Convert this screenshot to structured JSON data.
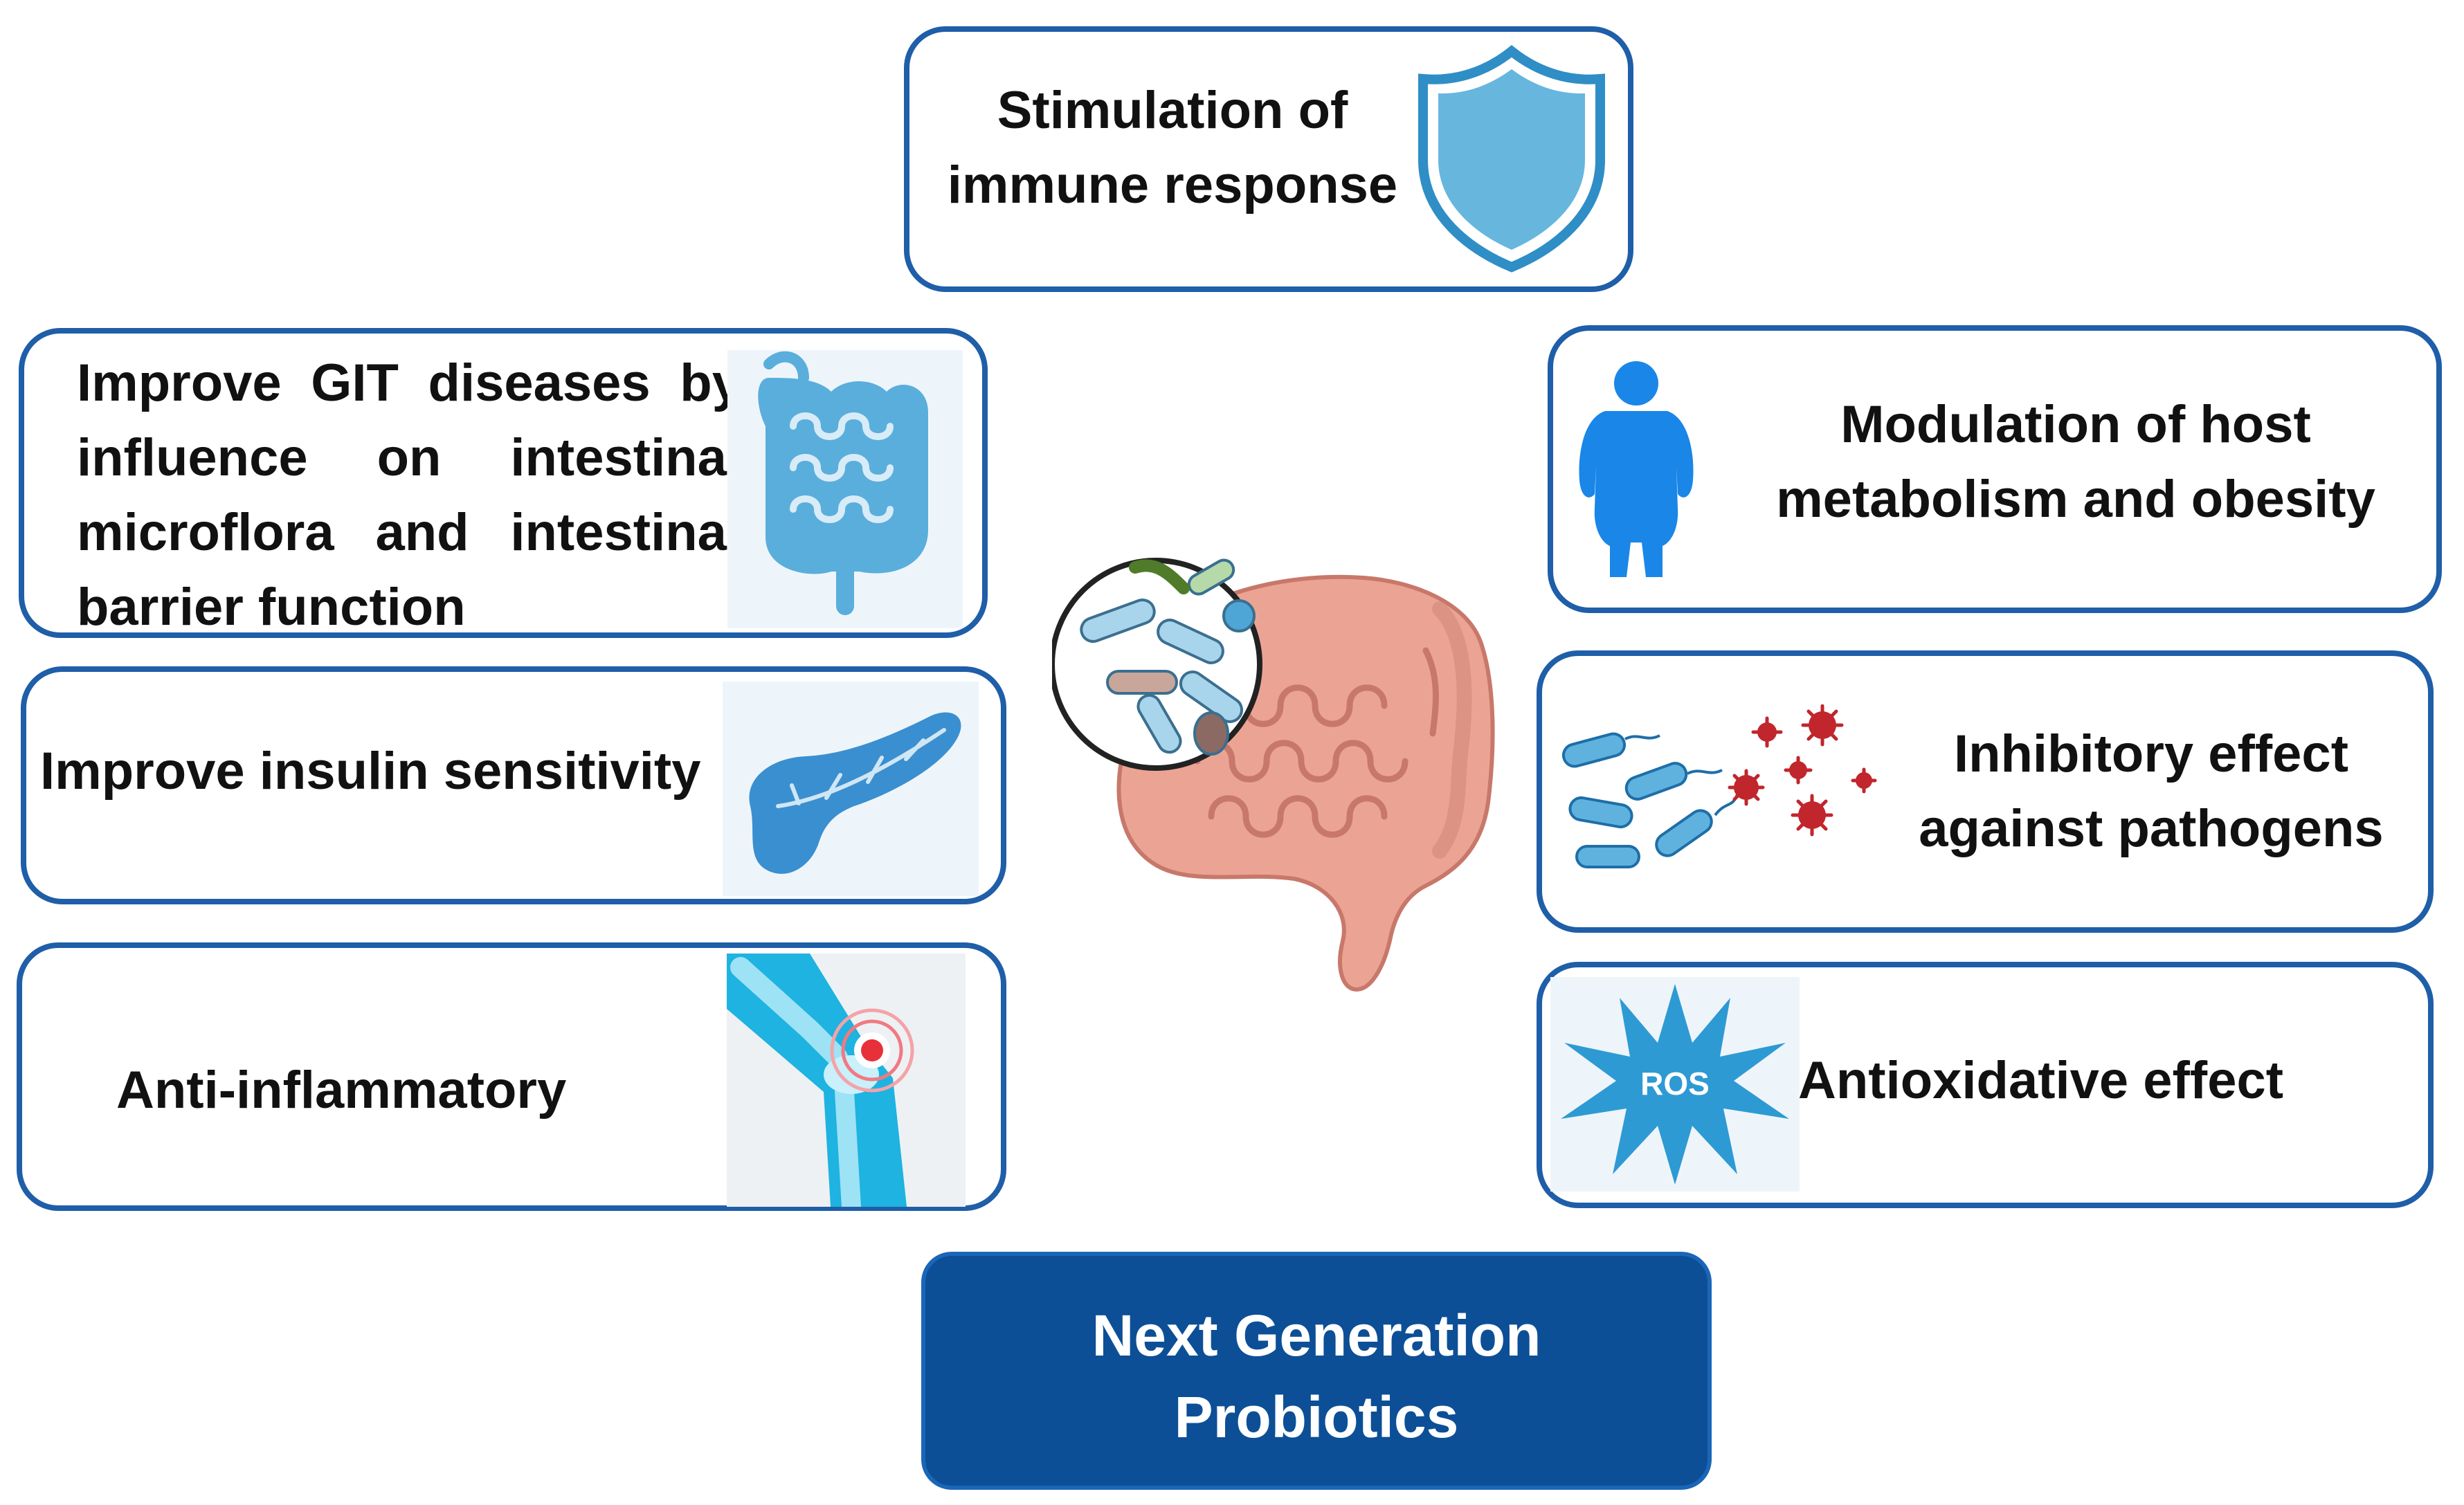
{
  "boxes": {
    "immune": {
      "label": "Stimulation of immune response",
      "line1": "Stimulation of",
      "line2": "immune response",
      "icon": "shield-icon"
    },
    "git": {
      "label": "Improve GIT diseases by influence on intestinal microflora and intestinal barrier function",
      "icon": "intestine-icon"
    },
    "insulin": {
      "label": "Improve insulin sensitivity",
      "icon": "pancreas-icon"
    },
    "inflammatory": {
      "label": "Anti-inflammatory",
      "icon": "knee-joint-icon"
    },
    "metabolism": {
      "label": "Modulation of host metabolism and obesity",
      "line1": "Modulation of host",
      "line2": "metabolism and obesity",
      "icon": "obese-person-icon"
    },
    "pathogens": {
      "label": "Inhibitory effect against pathogens",
      "line1": "Inhibitory effect",
      "line2": "against pathogens",
      "icon": "bacteria-virus-icon"
    },
    "antioxidative": {
      "label": "Antioxidative effect",
      "icon": "ros-burst-icon",
      "icon_text": "ROS"
    }
  },
  "center": {
    "icon": "gut-microbiota-icon"
  },
  "ngp": {
    "line1": "Next Generation",
    "line2": "Probiotics"
  },
  "colors": {
    "box_border": "#1f5ea8",
    "ngp_fill": "#0c4f96",
    "icon_blue": "#5aaedc",
    "gut_pink": "#eba494",
    "pathogen_red": "#c0262c"
  }
}
